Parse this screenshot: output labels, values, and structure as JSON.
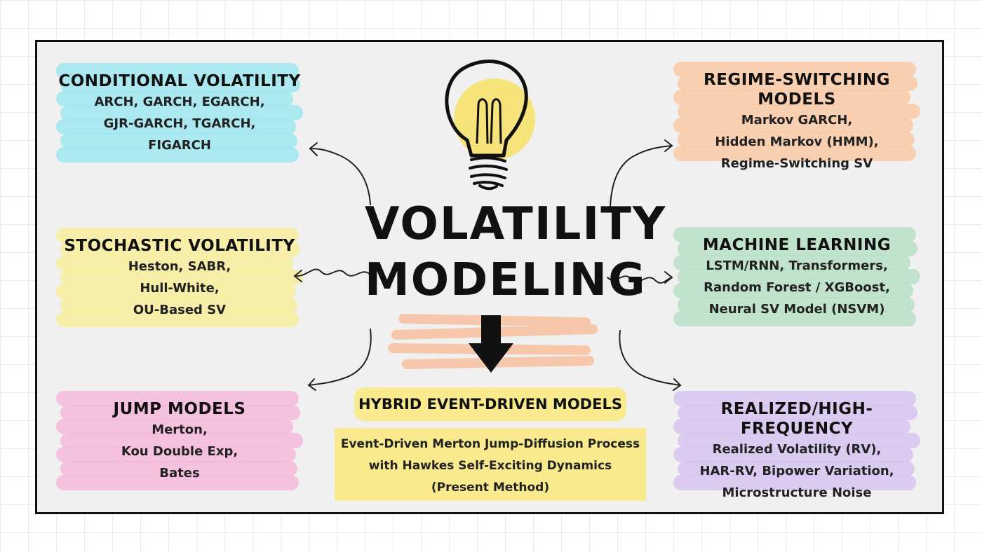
{
  "title_lines": [
    "VOLATILITY",
    "MODELING"
  ],
  "cards": {
    "conditional": {
      "title": "CONDITIONAL VOLATILITY",
      "lines": [
        "ARCH, GARCH, EGARCH,",
        "GJR-GARCH, TGARCH,",
        "FIGARCH"
      ],
      "color": "#9fe6f0"
    },
    "stochastic": {
      "title": "STOCHASTIC VOLATILITY",
      "lines": [
        "Heston, SABR,",
        "Hull-White,",
        "OU-Based SV"
      ],
      "color": "#f7ed9c"
    },
    "jump": {
      "title": "JUMP MODELS",
      "lines": [
        "Merton,",
        "Kou Double Exp,",
        "Bates"
      ],
      "color": "#f5b9dc"
    },
    "regime": {
      "title": "REGIME-SWITCHING MODELS",
      "lines": [
        "Markov GARCH,",
        "Hidden Markov (HMM),",
        "Regime-Switching SV"
      ],
      "color": "#f9c9a4"
    },
    "ml": {
      "title": "MACHINE LEARNING",
      "lines": [
        "LSTM/RNN, Transformers,",
        "Random Forest / XGBoost,",
        "Neural SV Model (NSVM)"
      ],
      "color": "#b9dfc6"
    },
    "realized": {
      "title": "REALIZED/HIGH-FREQUENCY",
      "lines": [
        "Realized Volatility (RV),",
        "HAR-RV, Bipower Variation,",
        "Microstructure Noise"
      ],
      "color": "#d7c4f0"
    }
  },
  "hybrid": {
    "title": "HYBRID EVENT-DRIVEN MODELS",
    "lines": [
      "Event-Driven Merton Jump-Diffusion Process",
      "with Hawkes Self-Exciting Dynamics",
      "(Present Method)"
    ],
    "color": "#f9ea8e"
  },
  "icons": {
    "bulb": "lightbulb-icon",
    "down_arrow": "down-arrow-icon"
  }
}
